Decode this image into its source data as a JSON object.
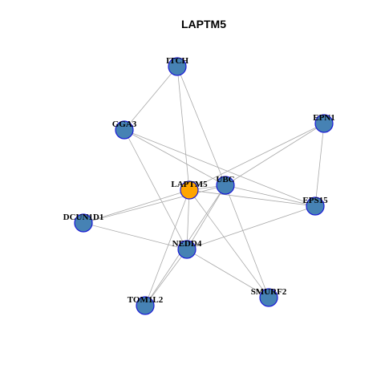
{
  "title": "LAPTM5",
  "colors": {
    "default_node": "#4682b4",
    "center_node": "#ffa500",
    "node_border": "#1a1ad6",
    "edge": "#a9a9a9"
  },
  "nodes": [
    {
      "id": "ITCH",
      "label": "ITCH",
      "center": false
    },
    {
      "id": "GGA3",
      "label": "GGA3",
      "center": false
    },
    {
      "id": "EPN1",
      "label": "EPN1",
      "center": false
    },
    {
      "id": "LAPTM5",
      "label": "LAPTM5",
      "center": true
    },
    {
      "id": "UBC",
      "label": "UBC",
      "center": false
    },
    {
      "id": "EPS15",
      "label": "EPS15",
      "center": false
    },
    {
      "id": "DCUN1D1",
      "label": "DCUN1D1",
      "center": false
    },
    {
      "id": "NEDD4",
      "label": "NEDD4",
      "center": false
    },
    {
      "id": "TOM1L2",
      "label": "TOM1L2",
      "center": false
    },
    {
      "id": "SMURF2",
      "label": "SMURF2",
      "center": false
    }
  ],
  "edges": [
    [
      "ITCH",
      "GGA3"
    ],
    [
      "ITCH",
      "LAPTM5"
    ],
    [
      "ITCH",
      "UBC"
    ],
    [
      "GGA3",
      "UBC"
    ],
    [
      "GGA3",
      "NEDD4"
    ],
    [
      "GGA3",
      "EPS15"
    ],
    [
      "EPN1",
      "LAPTM5"
    ],
    [
      "EPN1",
      "UBC"
    ],
    [
      "EPN1",
      "EPS15"
    ],
    [
      "LAPTM5",
      "UBC"
    ],
    [
      "LAPTM5",
      "DCUN1D1"
    ],
    [
      "LAPTM5",
      "EPS15"
    ],
    [
      "LAPTM5",
      "NEDD4"
    ],
    [
      "LAPTM5",
      "TOM1L2"
    ],
    [
      "LAPTM5",
      "SMURF2"
    ],
    [
      "UBC",
      "DCUN1D1"
    ],
    [
      "UBC",
      "EPS15"
    ],
    [
      "UBC",
      "NEDD4"
    ],
    [
      "UBC",
      "TOM1L2"
    ],
    [
      "UBC",
      "SMURF2"
    ],
    [
      "DCUN1D1",
      "NEDD4"
    ],
    [
      "NEDD4",
      "EPS15"
    ],
    [
      "NEDD4",
      "TOM1L2"
    ],
    [
      "NEDD4",
      "SMURF2"
    ]
  ]
}
